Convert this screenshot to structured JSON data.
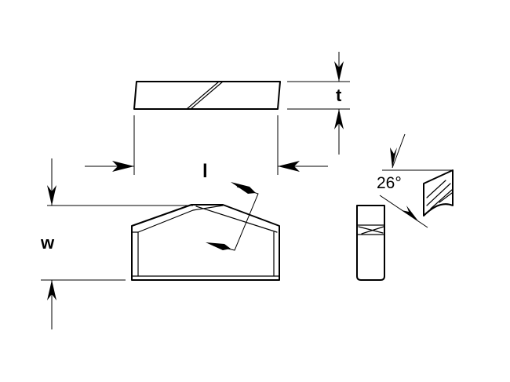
{
  "labels": {
    "thickness": "t",
    "length": "l",
    "width": "w",
    "angle": "26°"
  }
}
